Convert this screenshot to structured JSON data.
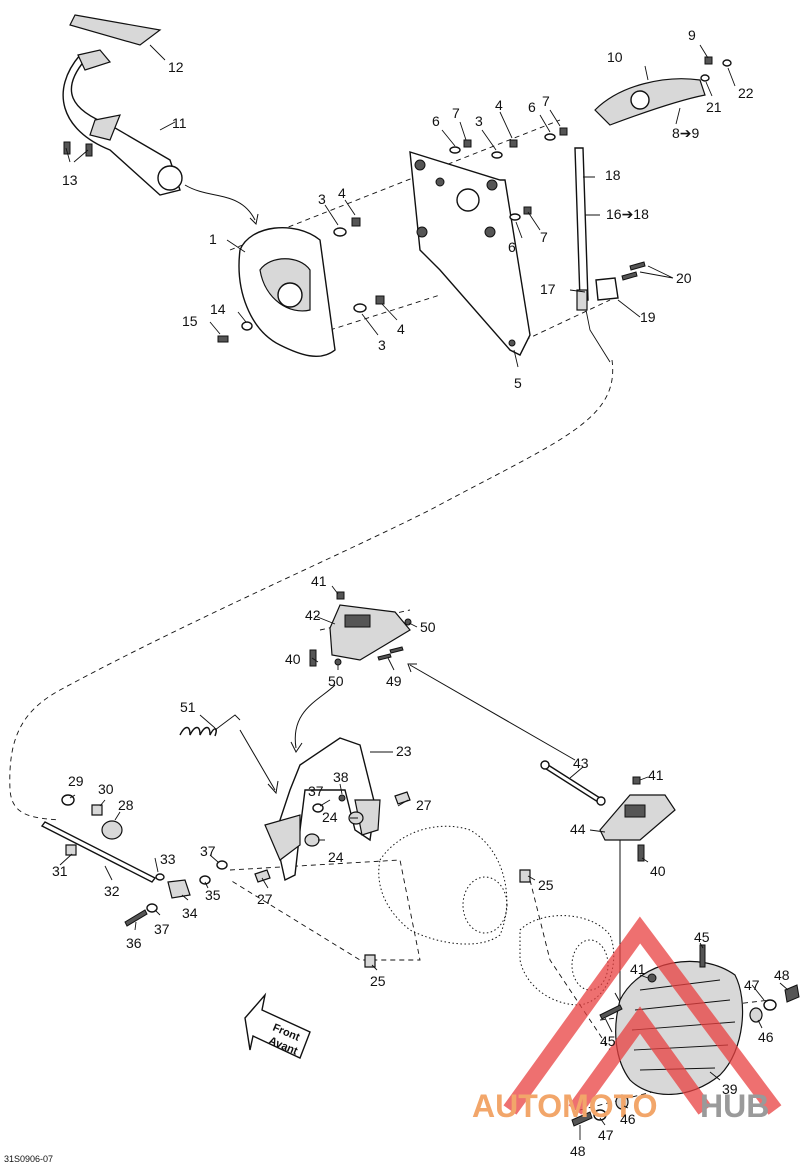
{
  "diagram": {
    "figure_code": "31S0906-07",
    "direction_label": {
      "line1": "Front",
      "line2": "Avant"
    },
    "watermark": {
      "part1": "AUTOMOTO",
      "part2": "HUB"
    },
    "callouts": [
      "12",
      "11",
      "13",
      "10",
      "9",
      "21",
      "22",
      "8➔9",
      "6",
      "7",
      "3",
      "4",
      "6",
      "7",
      "18",
      "16➔18",
      "1",
      "3",
      "4",
      "6",
      "7",
      "20",
      "17",
      "19",
      "14",
      "15",
      "4",
      "3",
      "5",
      "41",
      "42",
      "50",
      "40",
      "50",
      "49",
      "51",
      "23",
      "29",
      "30",
      "28",
      "38",
      "37",
      "27",
      "24",
      "24",
      "31",
      "32",
      "33",
      "37",
      "35",
      "34",
      "27",
      "36",
      "37",
      "25",
      "43",
      "41",
      "44",
      "40",
      "25",
      "45",
      "41",
      "47",
      "48",
      "46",
      "45",
      "39",
      "48",
      "47",
      "46"
    ]
  }
}
